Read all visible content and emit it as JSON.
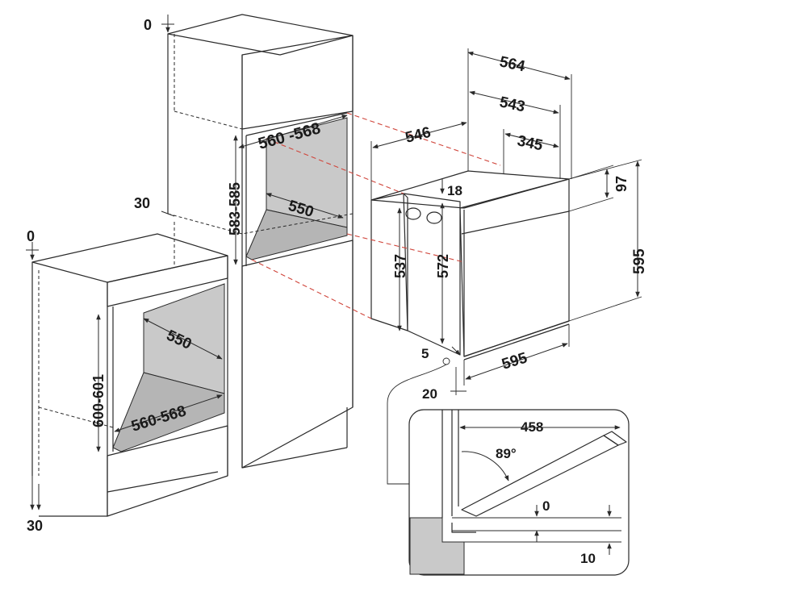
{
  "colors": {
    "line": "#2a2a2a",
    "shade": "#c9c9c9",
    "shade_dark": "#b5b5b5",
    "guide_red": "#d0453b",
    "background": "#ffffff"
  },
  "upper_cabinet": {
    "top_gap": "0",
    "plinth_gap": "30",
    "niche_width": "560 -568",
    "niche_height": "583-585",
    "niche_depth": "550"
  },
  "lower_cabinet": {
    "top_gap": "0",
    "plinth_gap": "30",
    "niche_depth": "550",
    "niche_height": "600-601",
    "niche_width": "560-568"
  },
  "oven": {
    "depth_total": "564",
    "depth_body": "543",
    "depth_front": "546",
    "depth_side": "345",
    "top_offset": "18",
    "panel_height": "97",
    "body_height_rear": "537",
    "body_height_front": "572",
    "height_total": "595",
    "width_total": "595",
    "bottom_offset": "5",
    "door_offset": "20"
  },
  "door_detail": {
    "door_length": "458",
    "opening_angle": "89°",
    "gap_top": "0",
    "gap_bottom": "10"
  }
}
